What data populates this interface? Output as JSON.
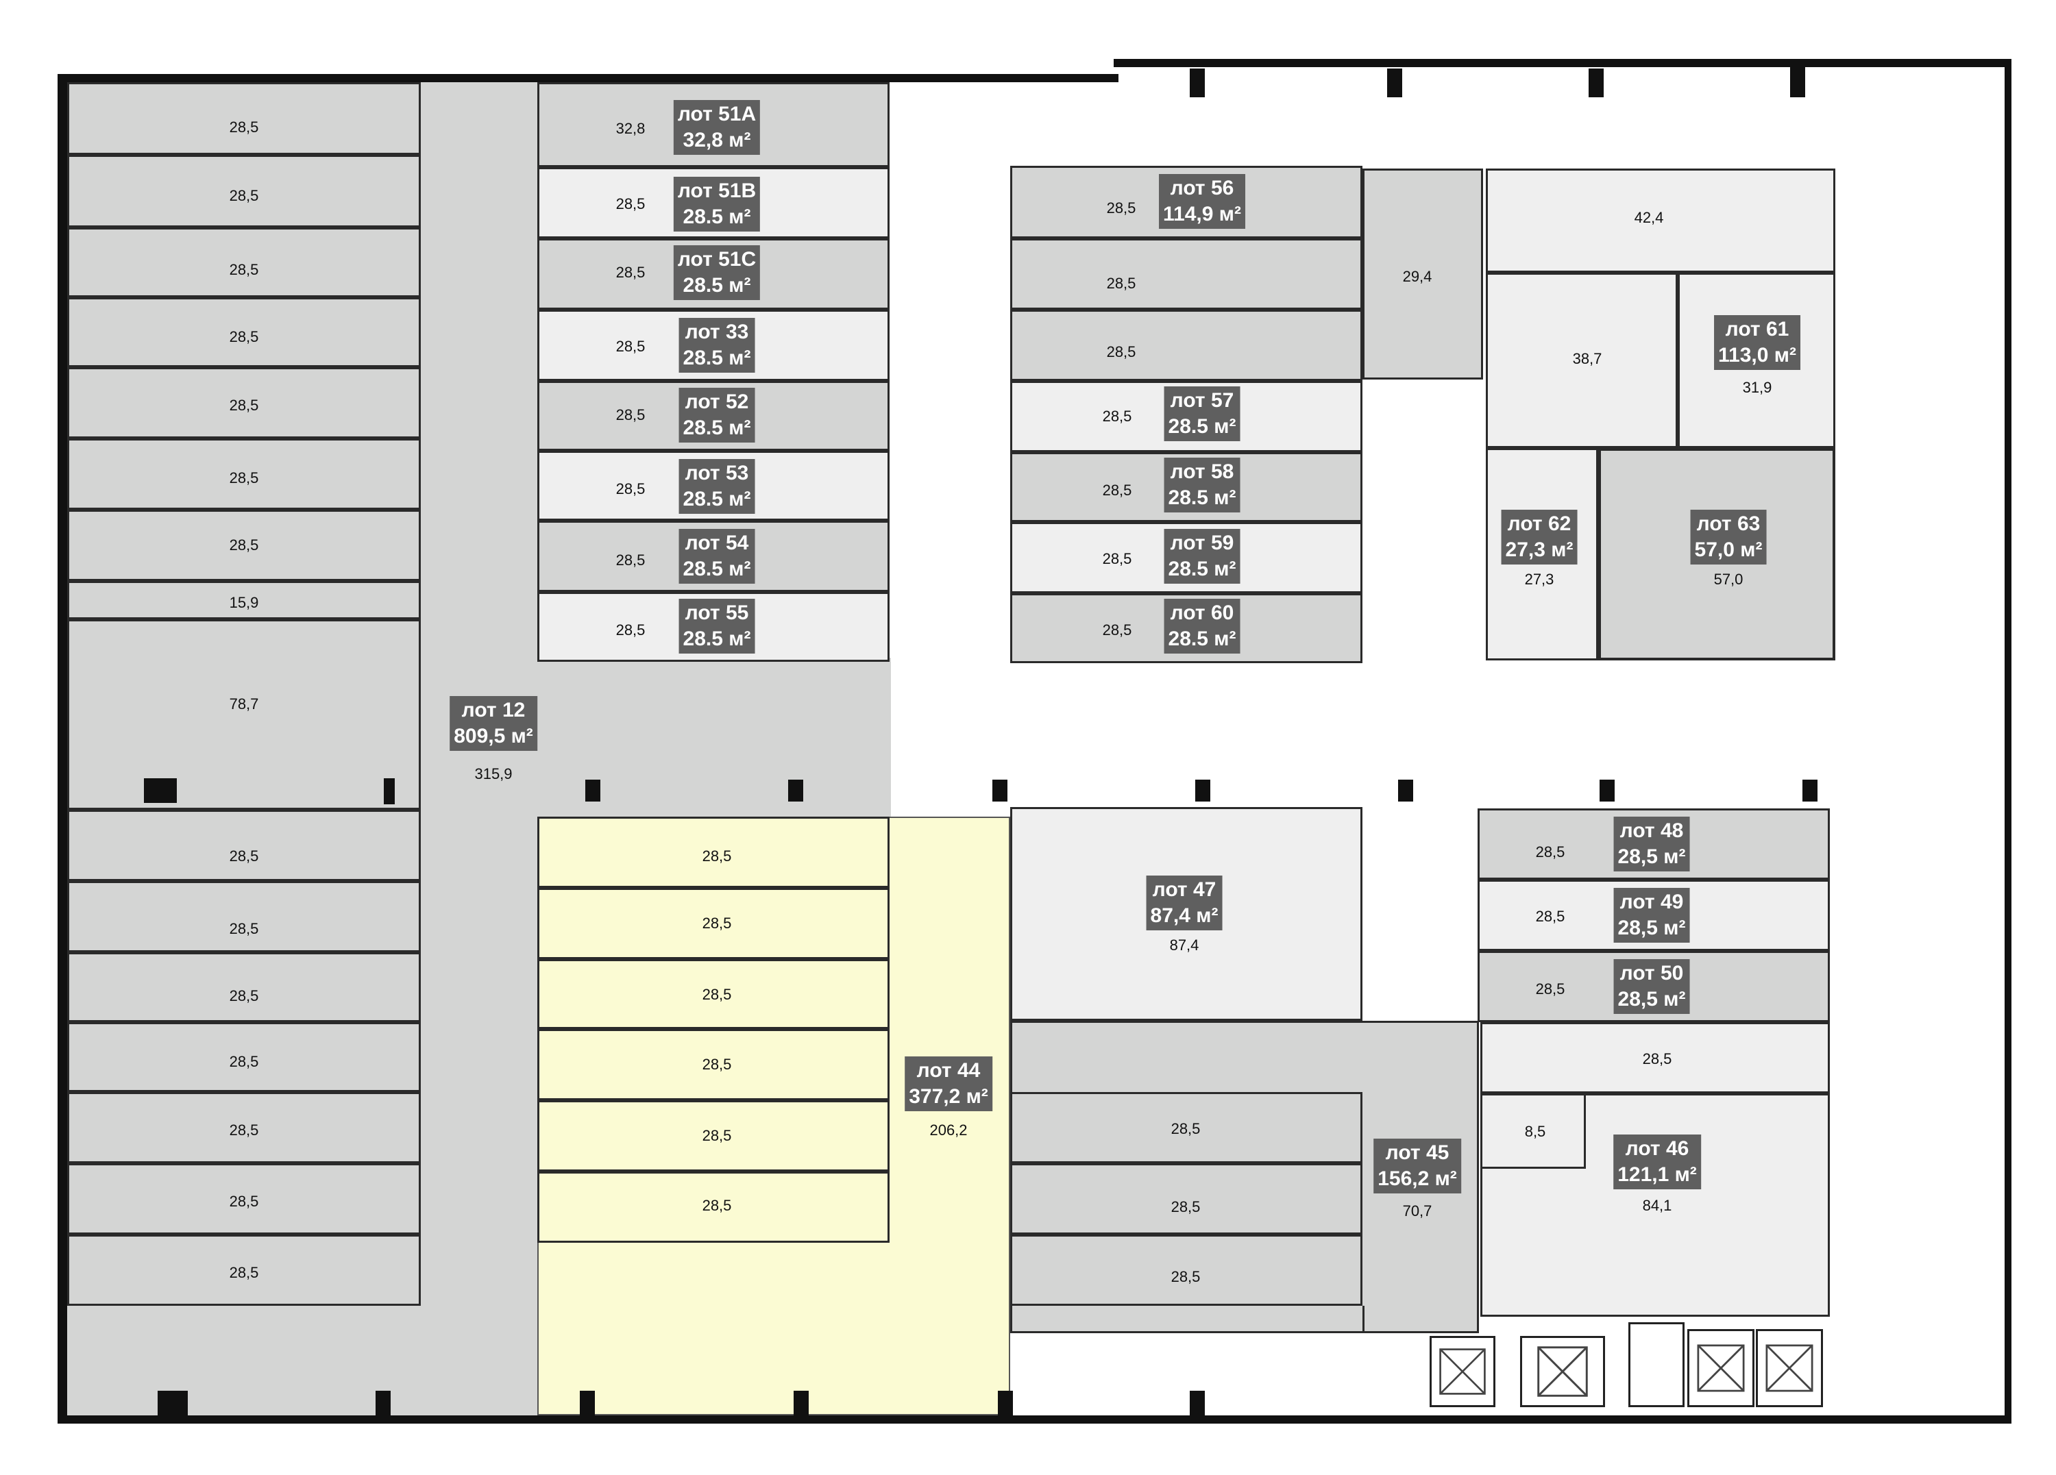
{
  "colors": {
    "lot_dark": "#d4d5d4",
    "lot_light": "#efefef",
    "lot_highlight": "#fbfbd3",
    "label_bg": "#5f5f5f",
    "wall": "#111111"
  },
  "lots": {
    "l51a": {
      "name": "лот 51A",
      "area": "32,8 м²"
    },
    "l51b": {
      "name": "лот 51B",
      "area": "28.5 м²"
    },
    "l51c": {
      "name": "лот 51C",
      "area": "28.5 м²"
    },
    "l33": {
      "name": "лот 33",
      "area": "28.5 м²"
    },
    "l52": {
      "name": "лот 52",
      "area": "28.5 м²"
    },
    "l53": {
      "name": "лот 53",
      "area": "28.5 м²"
    },
    "l54": {
      "name": "лот 54",
      "area": "28.5 м²"
    },
    "l55": {
      "name": "лот 55",
      "area": "28.5 м²"
    },
    "l12": {
      "name": "лот 12",
      "area": "809,5 м²"
    },
    "l56": {
      "name": "лот 56",
      "area": "114,9 м²"
    },
    "l57": {
      "name": "лот 57",
      "area": "28.5 м²"
    },
    "l58": {
      "name": "лот 58",
      "area": "28.5 м²"
    },
    "l59": {
      "name": "лот 59",
      "area": "28.5 м²"
    },
    "l60": {
      "name": "лот 60",
      "area": "28.5 м²"
    },
    "l61": {
      "name": "лот 61",
      "area": "113,0 м²"
    },
    "l62": {
      "name": "лот 62",
      "area": "27,3 м²"
    },
    "l63": {
      "name": "лот 63",
      "area": "57,0 м²"
    },
    "l47": {
      "name": "лот 47",
      "area": "87,4 м²"
    },
    "l48": {
      "name": "лот 48",
      "area": "28,5 м²"
    },
    "l49": {
      "name": "лот 49",
      "area": "28,5 м²"
    },
    "l50": {
      "name": "лот 50",
      "area": "28,5 м²"
    },
    "l44": {
      "name": "лот 44",
      "area": "377,2 м²"
    },
    "l45": {
      "name": "лот 45",
      "area": "156,2 м²"
    },
    "l46": {
      "name": "лот 46",
      "area": "121,1 м²"
    }
  },
  "areas": {
    "left": [
      "28,5",
      "28,5",
      "28,5",
      "28,5",
      "28,5",
      "28,5",
      "28,5",
      "15,9",
      "78,7",
      "28,5",
      "28,5",
      "28,5",
      "28,5",
      "28,5",
      "28,5",
      "28,5"
    ],
    "mid": [
      "32,8",
      "28,5",
      "28,5",
      "28,5",
      "28,5",
      "28,5",
      "28,5",
      "28,5"
    ],
    "corridor12": "315,9",
    "yellow": [
      "28,5",
      "28,5",
      "28,5",
      "28,5",
      "28,5",
      "28,5"
    ],
    "lot44": "206,2",
    "block56": [
      "28,5",
      "28,5",
      "28,5",
      "28,5",
      "28,5",
      "28,5",
      "28,5"
    ],
    "r294": "29,4",
    "r424": "42,4",
    "r387": "38,7",
    "r319": "31,9",
    "r273": "27,3",
    "r570": "57,0",
    "r874": "87,4",
    "block48": [
      "28,5",
      "28,5",
      "28,5",
      "28,5"
    ],
    "block45": [
      "28,5",
      "28,5",
      "28,5"
    ],
    "r707": "70,7",
    "r85": "8,5",
    "r841": "84,1"
  }
}
